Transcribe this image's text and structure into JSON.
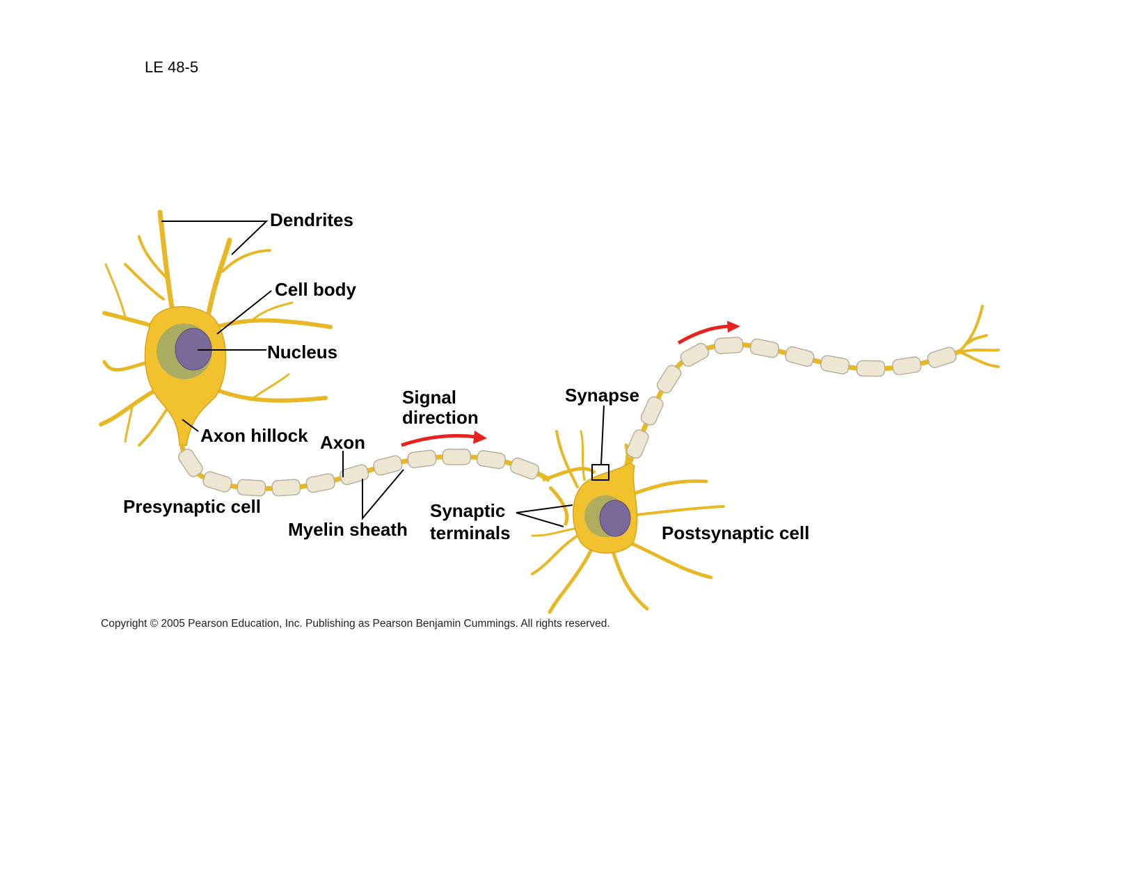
{
  "figure_id": "LE 48-5",
  "labels": {
    "dendrites": "Dendrites",
    "cell_body": "Cell body",
    "nucleus": "Nucleus",
    "axon_hillock": "Axon hillock",
    "axon": "Axon",
    "signal_direction_1": "Signal",
    "signal_direction_2": "direction",
    "synapse": "Synapse",
    "presynaptic_cell": "Presynaptic cell",
    "myelin_sheath": "Myelin sheath",
    "synaptic_terminals_1": "Synaptic",
    "synaptic_terminals_2": "terminals",
    "postsynaptic_cell": "Postsynaptic cell"
  },
  "copyright": "Copyright ©  2005 Pearson Education, Inc. Publishing as Pearson Benjamin Cummings. All rights reserved.",
  "colors": {
    "neuron": "#f2c12e",
    "neuron_dark": "#d9a41a",
    "myelin": "#ece6d2",
    "arrow": "#e8231f",
    "nucleus": "#7a6a9a"
  }
}
